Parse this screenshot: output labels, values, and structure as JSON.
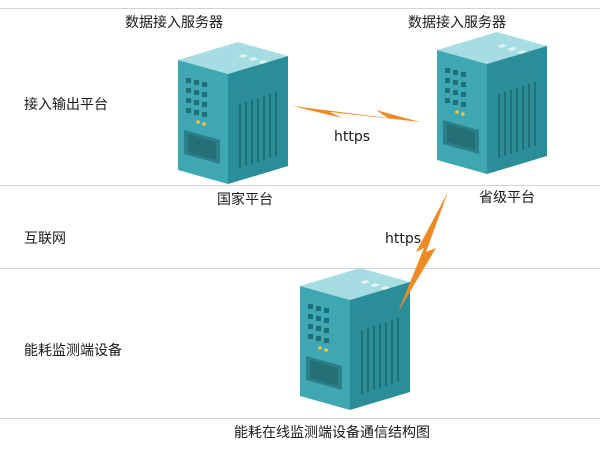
{
  "layers": [
    {
      "label": "接入输出平台"
    },
    {
      "label": "互联网"
    },
    {
      "label": "能耗监测端设备"
    }
  ],
  "servers": {
    "national": {
      "top_label": "数据接入服务器",
      "bottom_label": "国家平台"
    },
    "provincial": {
      "top_label": "数据接入服务器",
      "bottom_label": "省级平台"
    },
    "device": {
      "bottom_label": ""
    }
  },
  "links": {
    "national_provincial": "https",
    "provincial_device": "https"
  },
  "caption": "能耗在线监测端设备通信结构图",
  "colors": {
    "server_front": "#3fa7b2",
    "server_side": "#2b8d98",
    "server_top": "#a6dde2",
    "lightning": "#f08a24",
    "divider": "#c9d6dd"
  }
}
